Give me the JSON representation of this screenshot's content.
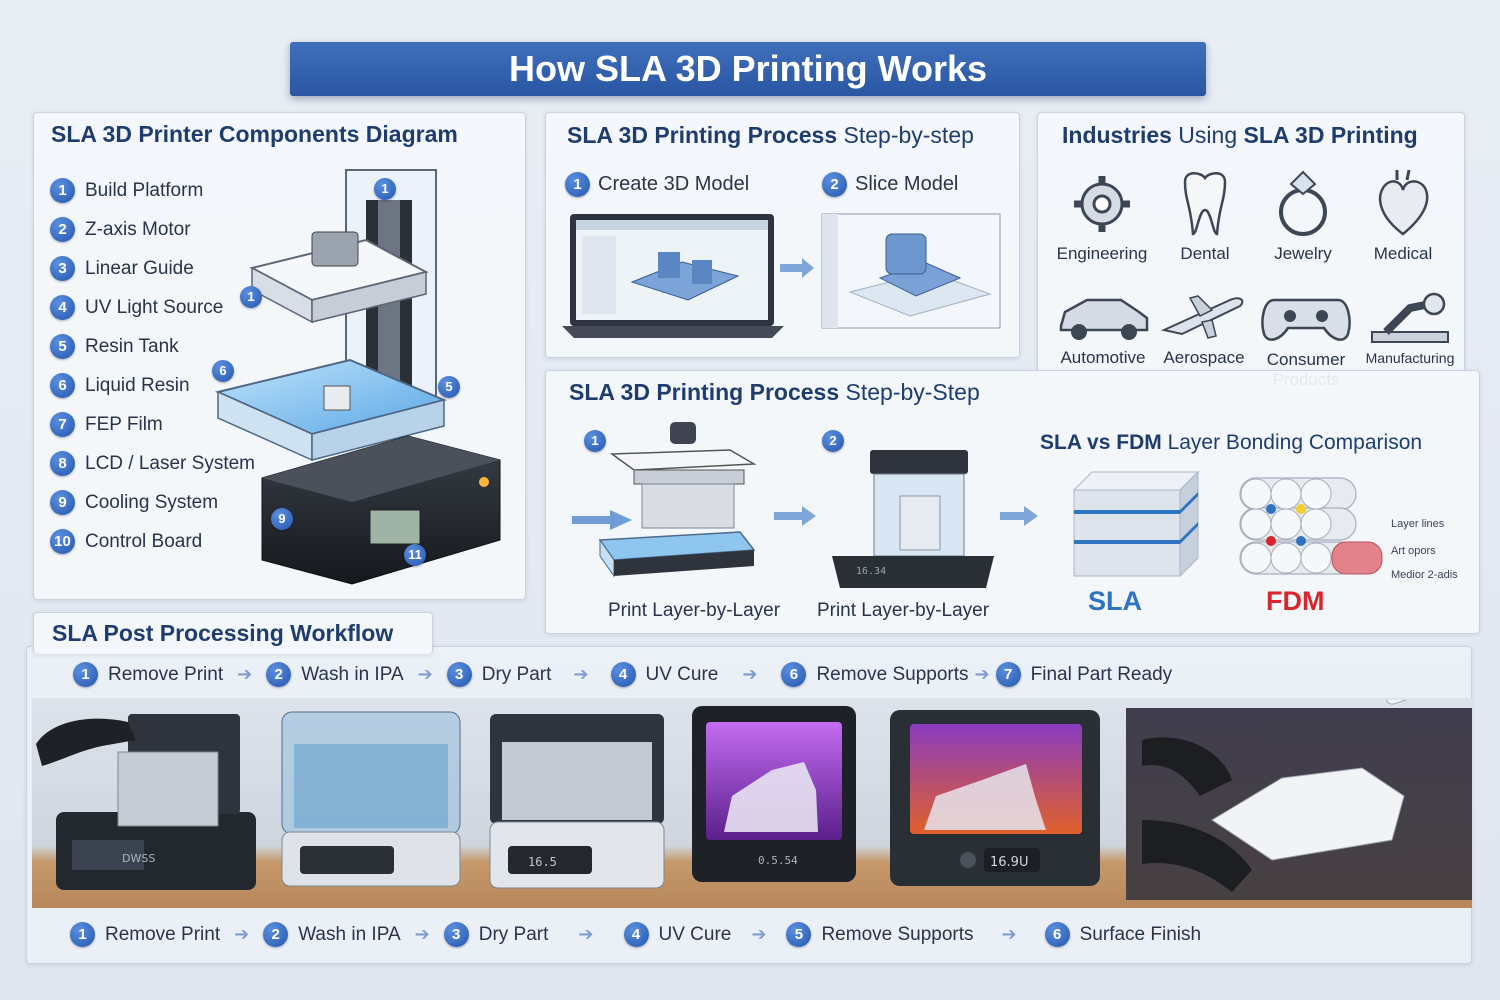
{
  "title": "How SLA 3D Printing Works",
  "components_panel": {
    "title_bold": "SLA 3D Printer Components Diagram",
    "items": [
      {
        "num": "1",
        "label": "Build Platform"
      },
      {
        "num": "2",
        "label": "Z-axis Motor"
      },
      {
        "num": "3",
        "label": "Linear Guide"
      },
      {
        "num": "4",
        "label": "UV Light Source"
      },
      {
        "num": "5",
        "label": "Resin Tank"
      },
      {
        "num": "6",
        "label": "Liquid Resin"
      },
      {
        "num": "7",
        "label": "FEP Film"
      },
      {
        "num": "8",
        "label": "LCD / Laser System"
      },
      {
        "num": "9",
        "label": "Cooling System"
      },
      {
        "num": "10",
        "label": "Control Board"
      }
    ],
    "callouts": [
      "1",
      "1",
      "6",
      "5",
      "9",
      "11"
    ]
  },
  "process_top": {
    "title_bold": "SLA 3D Printing Process",
    "title_rest": " Step-by-step",
    "steps": [
      {
        "num": "1",
        "label": "Create 3D Model"
      },
      {
        "num": "2",
        "label": "Slice Model"
      }
    ]
  },
  "industries": {
    "title_bold1": "Industries",
    "title_mid": " Using ",
    "title_bold2": "SLA 3D Printing",
    "items": [
      {
        "label": "Engineering",
        "icon": "gear-wrench-icon"
      },
      {
        "label": "Dental",
        "icon": "tooth-icon"
      },
      {
        "label": "Jewelry",
        "icon": "ring-icon"
      },
      {
        "label": "Medical",
        "icon": "heart-organ-icon"
      },
      {
        "label": "Automotive",
        "icon": "car-icon"
      },
      {
        "label": "Aerospace",
        "icon": "airplane-icon"
      },
      {
        "label": "Consumer Products",
        "icon": "gamepad-icon"
      },
      {
        "label": "Manufacturing",
        "icon": "robot-arm-icon"
      }
    ]
  },
  "process_mid": {
    "title_bold": "SLA 3D Printing Process",
    "title_rest": " Step-by-Step",
    "steps": [
      {
        "num": "1",
        "caption": "Print Layer-by-Layer"
      },
      {
        "num": "2",
        "caption": "Print Layer-by-Layer"
      }
    ],
    "device_readout": "16.34"
  },
  "comparison": {
    "title_bold": "SLA vs FDM",
    "title_rest": " Layer Bonding Comparison",
    "sla_label": "SLA",
    "fdm_label": "FDM",
    "notes": [
      "Layer lines",
      "Art opors",
      "Medior 2-adis"
    ],
    "colors": {
      "sla": "#2f74c0",
      "fdm": "#d7262e"
    }
  },
  "post_processing": {
    "title": "SLA Post Processing Workflow",
    "top_steps": [
      {
        "num": "1",
        "label": "Remove Print"
      },
      {
        "num": "2",
        "label": "Wash in IPA"
      },
      {
        "num": "3",
        "label": "Dry Part"
      },
      {
        "num": "4",
        "label": "UV Cure"
      },
      {
        "num": "6",
        "label": "Remove Supports"
      },
      {
        "num": "7",
        "label": "Final Part Ready"
      }
    ],
    "bottom_steps": [
      {
        "num": "1",
        "label": "Remove Print"
      },
      {
        "num": "2",
        "label": "Wash in IPA"
      },
      {
        "num": "3",
        "label": "Dry Part"
      },
      {
        "num": "4",
        "label": "UV Cure"
      },
      {
        "num": "5",
        "label": "Remove Supports"
      },
      {
        "num": "6",
        "label": "Surface Finish"
      }
    ],
    "device_displays": [
      "DWSS",
      "16.5",
      "0.5.54",
      "16.9U"
    ]
  }
}
